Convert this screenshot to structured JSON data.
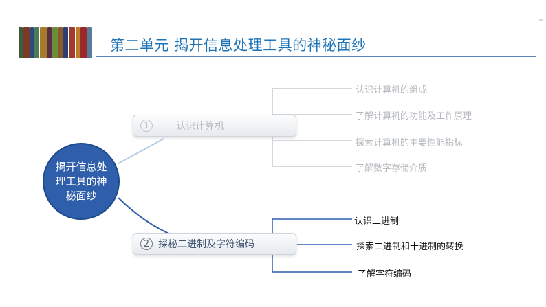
{
  "header": {
    "title": "第二单元 揭开信息处理工具的神秘面纱",
    "book_colors": [
      "#3a5d3a",
      "#7a3a2a",
      "#2d4a7a",
      "#4d7a5a",
      "#a67c2a",
      "#5c2e46",
      "#6b8e3a",
      "#8a5a2a",
      "#2f3f6f",
      "#a23b2c",
      "#c07a2a",
      "#9a2a2a",
      "#5a7a9a"
    ]
  },
  "diagram": {
    "center_label": "揭开信息处理工具的神秘面纱",
    "branches": [
      {
        "number": "1",
        "label": "认识计算机",
        "active": false,
        "color": "#b5b9be",
        "children": [
          "认识计算机的组成",
          "了解计算机的功能及工作原理",
          "探索计算机的主要性能指标",
          "了解数字存储介质"
        ]
      },
      {
        "number": "2",
        "label": "探秘二进制及字符编码",
        "active": true,
        "color": "#2f5fab",
        "children": [
          "认识二进制",
          "探索二进制和十进制的转换",
          "了解字符编码"
        ]
      }
    ]
  }
}
